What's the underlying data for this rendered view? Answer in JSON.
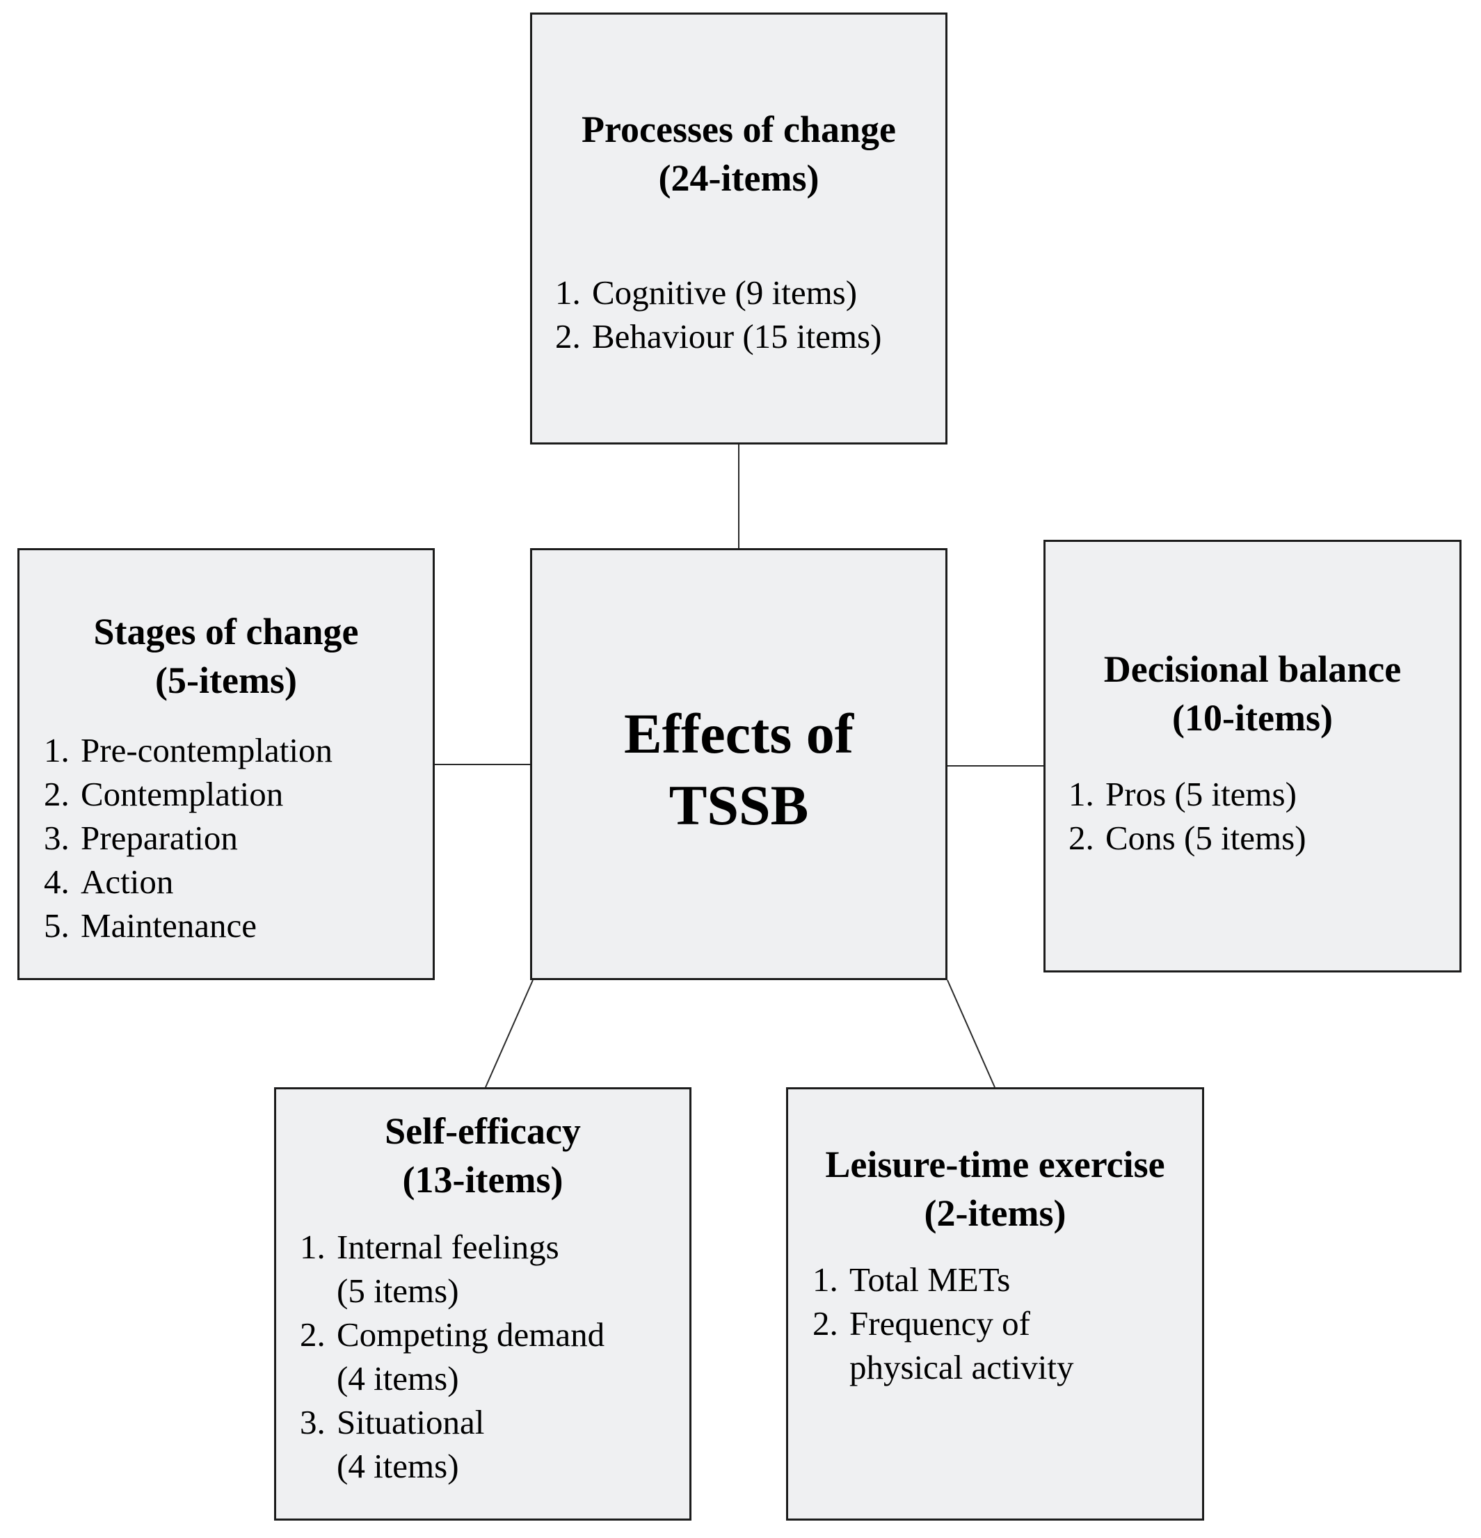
{
  "center": {
    "line1": "Effects of",
    "line2": "TSSB"
  },
  "processes": {
    "title_line1": "Processes of change",
    "title_line2": "(24-items)",
    "items": [
      {
        "num": "1.",
        "lines": [
          "Cognitive (9 items)"
        ]
      },
      {
        "num": "2.",
        "lines": [
          "Behaviour (15 items)"
        ]
      }
    ]
  },
  "stages": {
    "title_line1": "Stages of change",
    "title_line2": "(5-items)",
    "items": [
      {
        "num": "1.",
        "lines": [
          "Pre-contemplation"
        ]
      },
      {
        "num": "2.",
        "lines": [
          "Contemplation"
        ]
      },
      {
        "num": "3.",
        "lines": [
          "Preparation"
        ]
      },
      {
        "num": "4.",
        "lines": [
          "Action"
        ]
      },
      {
        "num": "5.",
        "lines": [
          "Maintenance"
        ]
      }
    ]
  },
  "decisional": {
    "title_line1": "Decisional balance",
    "title_line2": "(10-items)",
    "items": [
      {
        "num": "1.",
        "lines": [
          "Pros (5 items)"
        ]
      },
      {
        "num": "2.",
        "lines": [
          "Cons (5 items)"
        ]
      }
    ]
  },
  "self_efficacy": {
    "title_line1": "Self-efficacy",
    "title_line2": "(13-items)",
    "items": [
      {
        "num": "1.",
        "lines": [
          "Internal feelings",
          "(5 items)"
        ]
      },
      {
        "num": "2.",
        "lines": [
          "Competing demand",
          "(4 items)"
        ]
      },
      {
        "num": "3.",
        "lines": [
          "Situational",
          "(4 items)"
        ]
      }
    ]
  },
  "leisure": {
    "title_line1": "Leisure-time exercise",
    "title_line2": "(2-items)",
    "items": [
      {
        "num": "1.",
        "lines": [
          "Total METs"
        ]
      },
      {
        "num": "2.",
        "lines": [
          "Frequency of",
          "physical activity"
        ]
      }
    ]
  }
}
